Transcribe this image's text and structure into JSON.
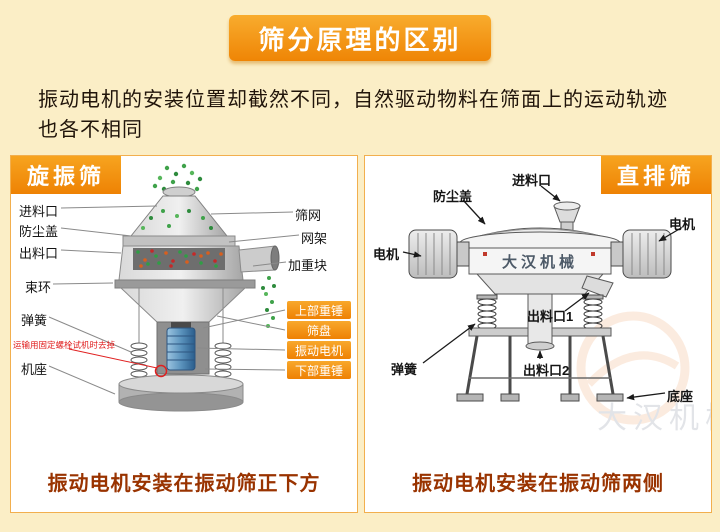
{
  "page": {
    "title": "筛分原理的区别",
    "intro_lines": [
      "振动电机的安装位置却截然不同，自然驱动物料在筛面上的运动轨迹",
      "也各不相同"
    ]
  },
  "left_panel": {
    "tag": "旋振筛",
    "caption": "振动电机安装在振动筛正下方",
    "labels_left": [
      "进料口",
      "防尘盖",
      "出料口",
      "束环",
      "弹簧",
      "机座"
    ],
    "warning": "运输用固定螺栓试机时去掉",
    "labels_right": [
      "筛网",
      "网架",
      "加重块"
    ],
    "labels_highlight": [
      "上部重锤",
      "筛盘",
      "振动电机",
      "下部重锤"
    ]
  },
  "right_panel": {
    "tag": "直排筛",
    "caption": "振动电机安装在振动筛两侧",
    "labels": {
      "feed_inlet": "进料口",
      "dust_cover": "防尘盖",
      "motor_left": "电机",
      "motor_right": "电机",
      "outlet_1": "出料口1",
      "outlet_2": "出料口2",
      "spring": "弹簧",
      "base": "底座"
    },
    "brand": "大汉机械"
  },
  "colors": {
    "page_bg": "#FBEEC6",
    "banner_orange": "#F29B1D",
    "highlight_label_orange": "#F08306",
    "caption_red": "#993300",
    "warning_red": "#E02020"
  }
}
